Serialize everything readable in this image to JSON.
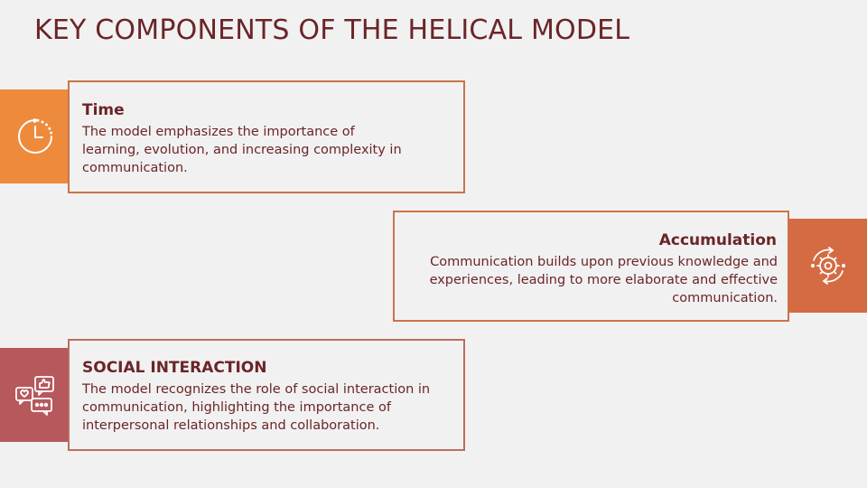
{
  "slide": {
    "title": "KEY COMPONENTS OF THE HELICAL MODEL"
  },
  "items": [
    {
      "heading": "Time",
      "body": "The model emphasizes the importance of learning, evolution, and increasing complexity in communication.",
      "icon": "clock-icon",
      "color": "#ee8a3c"
    },
    {
      "heading": "Accumulation",
      "body": "Communication builds upon previous knowledge and experiences, leading to more elaborate and effective communication.",
      "icon": "gear-cycle-icon",
      "color": "#d46b43"
    },
    {
      "heading": "SOCIAL INTERACTION",
      "body": "The model recognizes the  role of social interaction in communication, highlighting the importance of interpersonal relationships and collaboration.",
      "icon": "social-chat-icon",
      "color": "#b7585c"
    }
  ]
}
